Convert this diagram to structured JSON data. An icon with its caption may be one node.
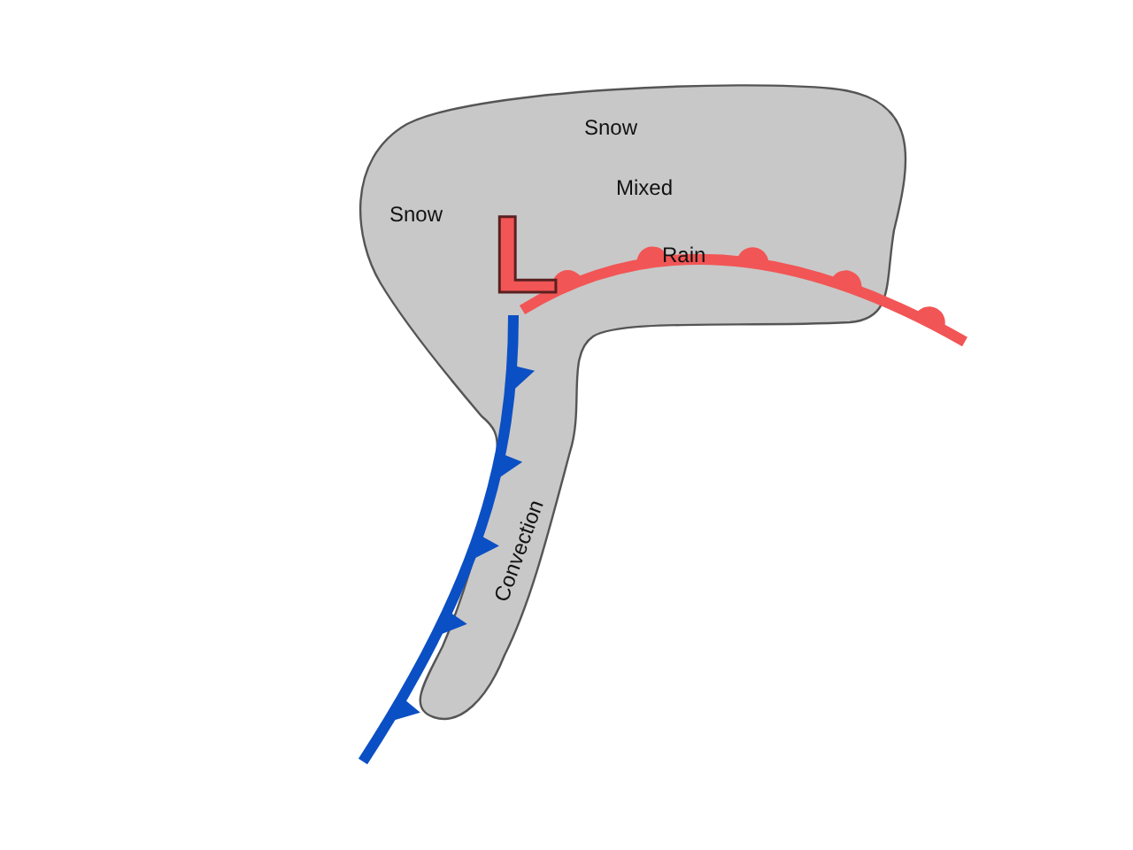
{
  "diagram": {
    "nodes": [
      {
        "text": [
          "Snow",
          "Snow",
          "Mixed",
          "Rain",
          "Convection",
          "L"
        ]
      }
    ]
  }
}
